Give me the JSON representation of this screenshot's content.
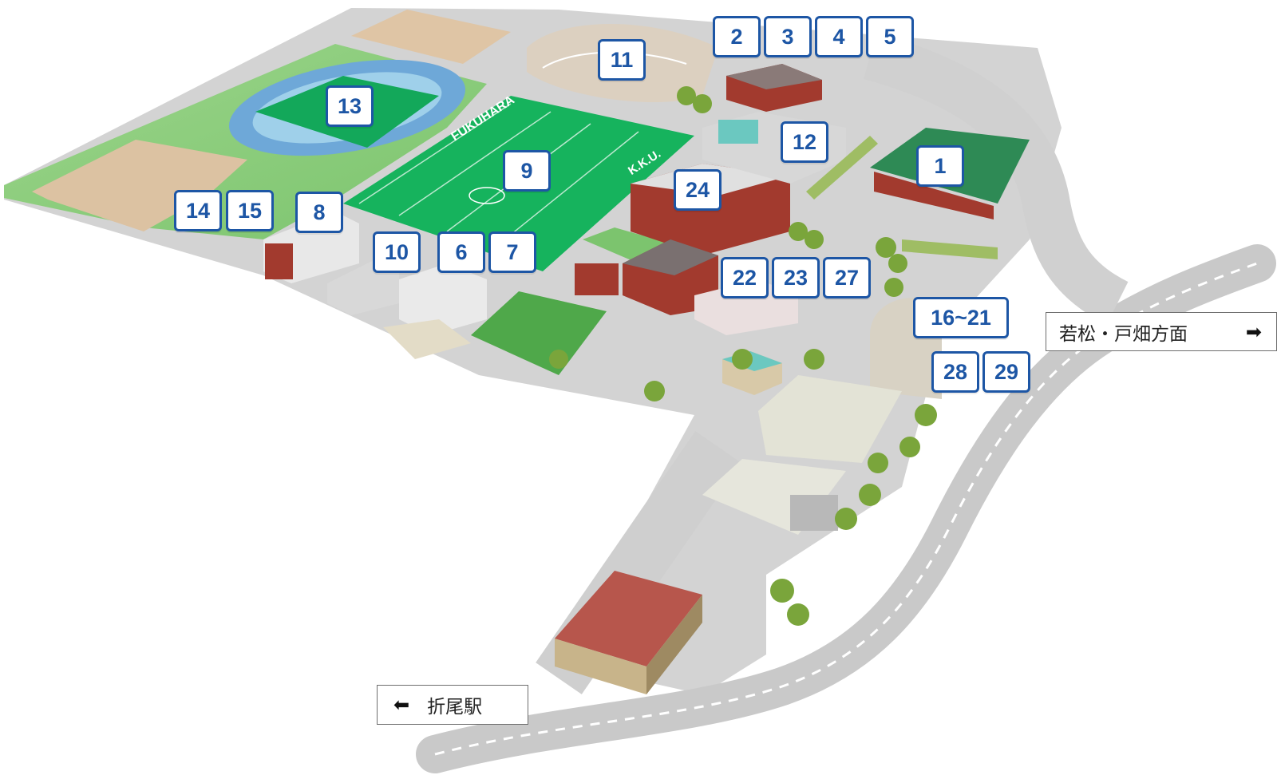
{
  "colors": {
    "marker_border": "#1d56a5",
    "marker_text": "#1d56a5",
    "road": "#c9c9c9",
    "road_dash": "#ffffff",
    "field_green": "#13a85a",
    "lawn": "#8fcf7f",
    "track_blue": "#6ea8d8",
    "dirt": "#dcc2a2",
    "brick": "#a23a2e"
  },
  "markers": [
    {
      "id": "m1",
      "label": "1"
    },
    {
      "id": "m2",
      "label": "2"
    },
    {
      "id": "m3",
      "label": "3"
    },
    {
      "id": "m4",
      "label": "4"
    },
    {
      "id": "m5",
      "label": "5"
    },
    {
      "id": "m6",
      "label": "6"
    },
    {
      "id": "m7",
      "label": "7"
    },
    {
      "id": "m8",
      "label": "8"
    },
    {
      "id": "m9",
      "label": "9"
    },
    {
      "id": "m10",
      "label": "10"
    },
    {
      "id": "m11",
      "label": "11"
    },
    {
      "id": "m12",
      "label": "12"
    },
    {
      "id": "m13",
      "label": "13"
    },
    {
      "id": "m14",
      "label": "14"
    },
    {
      "id": "m15",
      "label": "15"
    },
    {
      "id": "m16",
      "label": "16~21"
    },
    {
      "id": "m22",
      "label": "22"
    },
    {
      "id": "m23",
      "label": "23"
    },
    {
      "id": "m24",
      "label": "24"
    },
    {
      "id": "m27",
      "label": "27"
    },
    {
      "id": "m28",
      "label": "28"
    },
    {
      "id": "m29",
      "label": "29"
    }
  ],
  "field_text": {
    "fukuhara": "FUKUHARA",
    "kku": "K.K.U."
  },
  "directions": {
    "east": {
      "label": "若松・戸畑方面",
      "icon": "arrow-right-icon",
      "glyph": "➡"
    },
    "west": {
      "label": "折尾駅",
      "icon": "arrow-left-icon",
      "glyph": "⬅"
    }
  }
}
